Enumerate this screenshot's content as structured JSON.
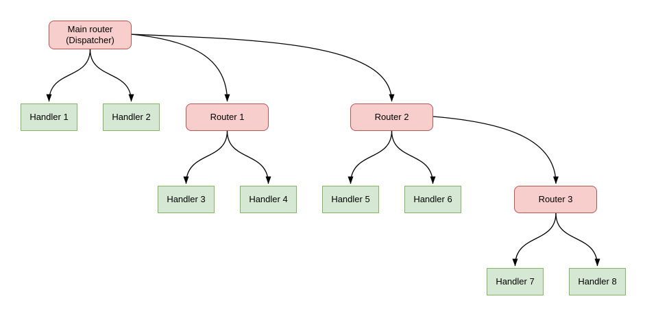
{
  "diagram": {
    "type": "flowchart-tree",
    "colors": {
      "background": "#ffffff",
      "router_fill": "#f8cecc",
      "router_stroke": "#b85450",
      "handler_fill": "#d5e8d4",
      "handler_stroke": "#82b366",
      "edge_stroke": "#000000",
      "text": "#000000"
    },
    "nodes": {
      "main_router": {
        "label_line1": "Main router",
        "label_line2": "(Dispatcher)",
        "type": "router"
      },
      "handler1": {
        "label": "Handler 1",
        "type": "handler"
      },
      "handler2": {
        "label": "Handler 2",
        "type": "handler"
      },
      "router1": {
        "label": "Router 1",
        "type": "router"
      },
      "router2": {
        "label": "Router 2",
        "type": "router"
      },
      "handler3": {
        "label": "Handler 3",
        "type": "handler"
      },
      "handler4": {
        "label": "Handler 4",
        "type": "handler"
      },
      "handler5": {
        "label": "Handler 5",
        "type": "handler"
      },
      "handler6": {
        "label": "Handler 6",
        "type": "handler"
      },
      "router3": {
        "label": "Router 3",
        "type": "router"
      },
      "handler7": {
        "label": "Handler 7",
        "type": "handler"
      },
      "handler8": {
        "label": "Handler 8",
        "type": "handler"
      }
    },
    "edges": [
      {
        "from": "Main router (Dispatcher)",
        "to": "Handler 1"
      },
      {
        "from": "Main router (Dispatcher)",
        "to": "Handler 2"
      },
      {
        "from": "Main router (Dispatcher)",
        "to": "Router 1"
      },
      {
        "from": "Main router (Dispatcher)",
        "to": "Router 2"
      },
      {
        "from": "Router 1",
        "to": "Handler 3"
      },
      {
        "from": "Router 1",
        "to": "Handler 4"
      },
      {
        "from": "Router 2",
        "to": "Handler 5"
      },
      {
        "from": "Router 2",
        "to": "Handler 6"
      },
      {
        "from": "Router 2",
        "to": "Router 3"
      },
      {
        "from": "Router 3",
        "to": "Handler 7"
      },
      {
        "from": "Router 3",
        "to": "Handler 8"
      }
    ]
  }
}
